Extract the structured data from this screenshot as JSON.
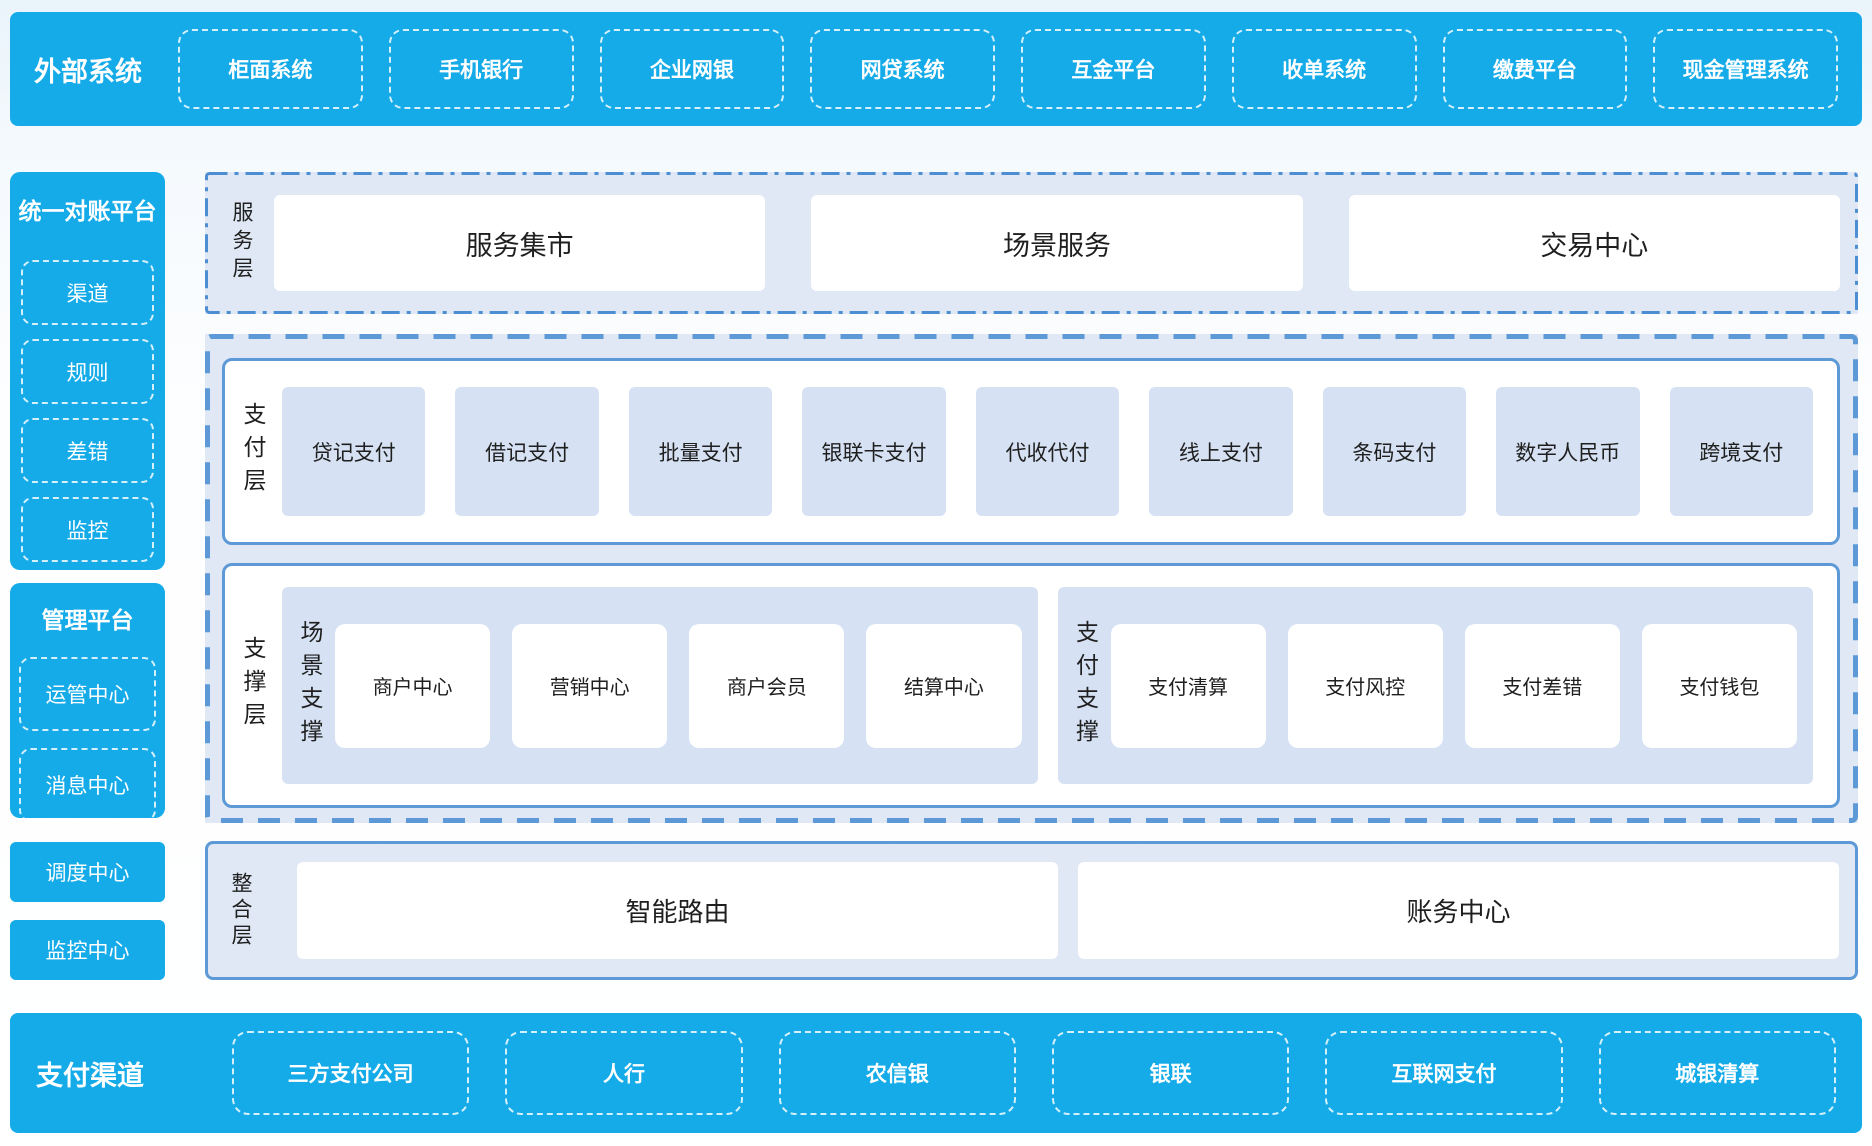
{
  "colors": {
    "bar_blue": "#14abe8",
    "panel_bg": "#dfe8f4",
    "tile_bg": "#d6e2f3",
    "border_blue": "#5d99d6",
    "dashdot_blue": "#4d8ed2",
    "text_dark": "#1f1f1f",
    "white": "#ffffff"
  },
  "top_bar": {
    "title": "外部系统",
    "items": [
      "柜面系统",
      "手机银行",
      "企业网银",
      "网贷系统",
      "互金平台",
      "收单系统",
      "缴费平台",
      "现金管理系统"
    ]
  },
  "sidebar": {
    "recon": {
      "title": "统一对账平台",
      "items": [
        "渠道",
        "规则",
        "差错",
        "监控"
      ]
    },
    "mgmt": {
      "title": "管理平台",
      "items": [
        "运管中心",
        "消息中心"
      ]
    },
    "dispatch_center": "调度中心",
    "monitor_center": "监控中心"
  },
  "service_layer": {
    "label": "服务层",
    "items": [
      "服务集市",
      "场景服务",
      "交易中心"
    ]
  },
  "payment_layer": {
    "label": "支付层",
    "items": [
      "贷记支付",
      "借记支付",
      "批量支付",
      "银联卡支付",
      "代收代付",
      "线上支付",
      "条码支付",
      "数字人民币",
      "跨境支付"
    ]
  },
  "support_layer": {
    "label": "支撑层",
    "groups": [
      {
        "label": "场景支撑",
        "items": [
          "商户中心",
          "营销中心",
          "商户会员",
          "结算中心"
        ]
      },
      {
        "label": "支付支撑",
        "items": [
          "支付清算",
          "支付风控",
          "支付差错",
          "支付钱包"
        ]
      }
    ]
  },
  "integration_layer": {
    "label": "整合层",
    "items": [
      "智能路由",
      "账务中心"
    ]
  },
  "bottom_bar": {
    "title": "支付渠道",
    "items": [
      "三方支付公司",
      "人行",
      "农信银",
      "银联",
      "互联网支付",
      "城银清算"
    ]
  }
}
